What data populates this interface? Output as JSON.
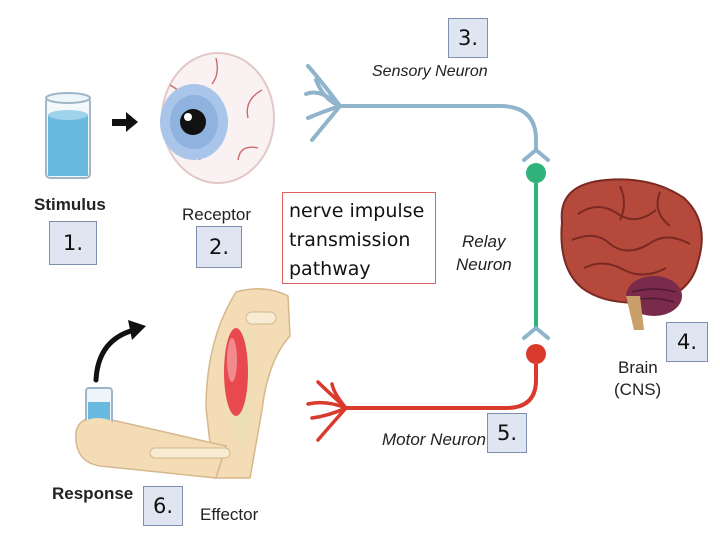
{
  "labels": {
    "stimulus": "Stimulus",
    "receptor": "Receptor",
    "sensory_neuron": "Sensory Neuron",
    "relay_neuron_line1": "Relay",
    "relay_neuron_line2": "Neuron",
    "brain_line1": "Brain",
    "brain_line2": "(CNS)",
    "motor_neuron": "Motor Neuron",
    "response": "Response",
    "effector": "Effector"
  },
  "callout": {
    "line1": "nerve impulse",
    "line2": "transmission",
    "line3": "pathway"
  },
  "numbers": {
    "n1": "1.",
    "n2": "2.",
    "n3": "3.",
    "n4": "4.",
    "n5": "5.",
    "n6": "6."
  },
  "colors": {
    "sensory_neuron": "#8fb4cc",
    "relay_neuron": "#2fb37a",
    "motor_neuron": "#d93a2b",
    "brain": "#b54a3c",
    "cerebellum": "#7a2a4a",
    "muscle": "#e8494f",
    "water": "#5fb4dd"
  }
}
